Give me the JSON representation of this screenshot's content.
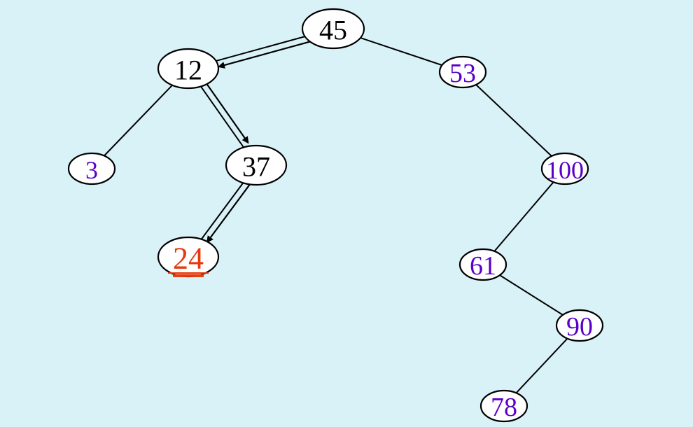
{
  "diagram": {
    "colors": {
      "background": "#d9f2f7",
      "searched_path_text": "#000000",
      "other_text": "#5a00c8",
      "target_text": "#e8380d"
    },
    "nodes": [
      {
        "id": "n45",
        "label": "45",
        "role": "searched-path"
      },
      {
        "id": "n12",
        "label": "12",
        "role": "searched-path"
      },
      {
        "id": "n53",
        "label": "53",
        "role": "other"
      },
      {
        "id": "n3",
        "label": "3",
        "role": "other"
      },
      {
        "id": "n37",
        "label": "37",
        "role": "searched-path"
      },
      {
        "id": "n100",
        "label": "100",
        "role": "other"
      },
      {
        "id": "n24",
        "label": "24",
        "role": "target"
      },
      {
        "id": "n61",
        "label": "61",
        "role": "other"
      },
      {
        "id": "n90",
        "label": "90",
        "role": "other"
      },
      {
        "id": "n78",
        "label": "78",
        "role": "other"
      }
    ],
    "edges": [
      {
        "from": "n45",
        "to": "n12"
      },
      {
        "from": "n45",
        "to": "n53"
      },
      {
        "from": "n12",
        "to": "n3"
      },
      {
        "from": "n12",
        "to": "n37"
      },
      {
        "from": "n37",
        "to": "n24"
      },
      {
        "from": "n53",
        "to": "n100"
      },
      {
        "from": "n100",
        "to": "n61"
      },
      {
        "from": "n61",
        "to": "n90"
      },
      {
        "from": "n90",
        "to": "n78"
      }
    ],
    "search_path": [
      "n45",
      "n12",
      "n37",
      "n24"
    ]
  }
}
